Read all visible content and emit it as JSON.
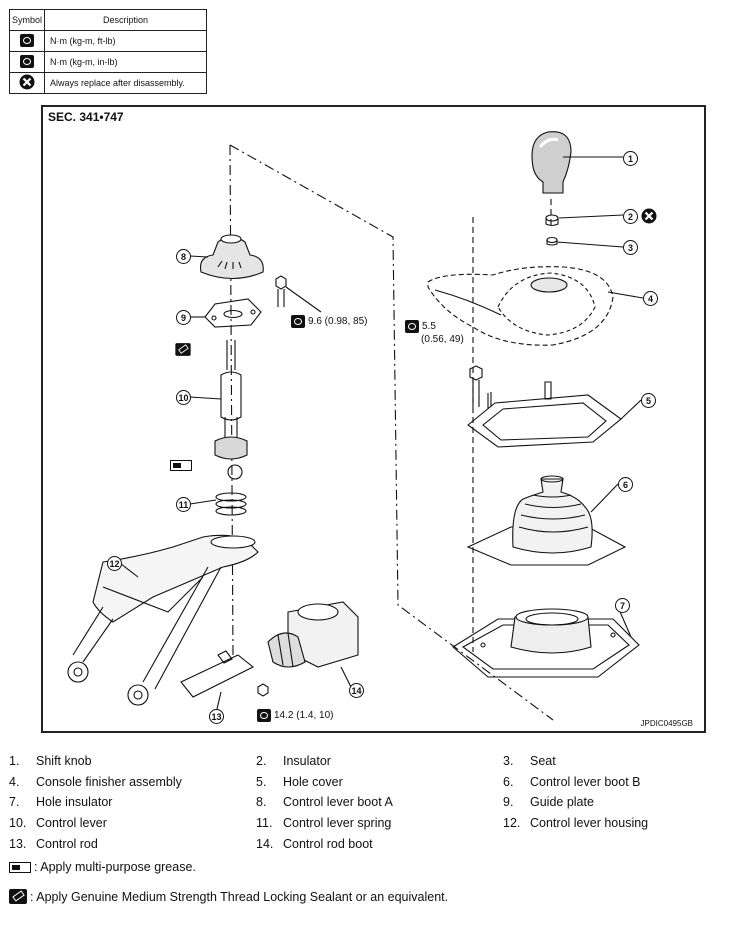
{
  "symbol_table": {
    "header_symbol": "Symbol",
    "header_description": "Description",
    "rows": [
      {
        "icon": "torque-wrench-icon",
        "description": "N·m (kg-m, ft-lb)"
      },
      {
        "icon": "torque-wrench-small-icon",
        "description": "N·m (kg-m, in-lb)"
      },
      {
        "icon": "always-replace-icon",
        "description": "Always replace after disassembly."
      }
    ]
  },
  "diagram": {
    "section": "SEC. 341•747",
    "code": "JPDIC0495GB",
    "torques": {
      "t1": "9.6 (0.98, 85)",
      "t2_line1": "5.5",
      "t2_line2": "(0.56, 49)",
      "t3": "14.2 (1.4, 10)"
    },
    "callouts": [
      "1",
      "2",
      "3",
      "4",
      "5",
      "6",
      "7",
      "8",
      "9",
      "10",
      "11",
      "12",
      "13",
      "14"
    ]
  },
  "legend": {
    "items": [
      {
        "num": "1.",
        "name": "Shift knob"
      },
      {
        "num": "2.",
        "name": "Insulator"
      },
      {
        "num": "3.",
        "name": "Seat"
      },
      {
        "num": "4.",
        "name": "Console finisher assembly"
      },
      {
        "num": "5.",
        "name": "Hole cover"
      },
      {
        "num": "6.",
        "name": "Control lever boot B"
      },
      {
        "num": "7.",
        "name": "Hole insulator"
      },
      {
        "num": "8.",
        "name": "Control lever boot A"
      },
      {
        "num": "9.",
        "name": "Guide plate"
      },
      {
        "num": "10.",
        "name": "Control lever"
      },
      {
        "num": "11.",
        "name": "Control lever spring"
      },
      {
        "num": "12.",
        "name": "Control lever housing"
      },
      {
        "num": "13.",
        "name": "Control rod"
      },
      {
        "num": "14.",
        "name": "Control rod boot"
      }
    ],
    "note_grease": ": Apply multi-purpose grease.",
    "note_sealant": ": Apply Genuine Medium Strength Thread Locking Sealant or an equivalent."
  }
}
